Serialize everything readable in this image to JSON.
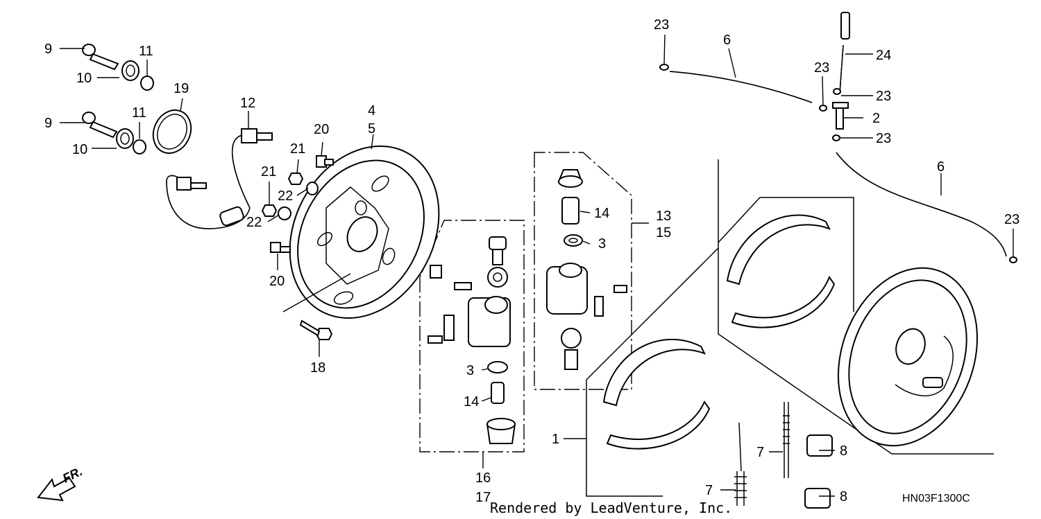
{
  "credit": "Rendered by LeadVenture, Inc.",
  "diagram_code": "HN03F1300C",
  "front_marker": "FR.",
  "callouts": {
    "c1": "1",
    "c2": "2",
    "c3a": "3",
    "c3b": "3",
    "c4": "4",
    "c5": "5",
    "c6a": "6",
    "c6b": "6",
    "c7a": "7",
    "c7b": "7",
    "c8a": "8",
    "c8b": "8",
    "c9a": "9",
    "c9b": "9",
    "c10a": "10",
    "c10b": "10",
    "c11a": "11",
    "c11b": "11",
    "c12": "12",
    "c13": "13",
    "c14a": "14",
    "c14b": "14",
    "c15": "15",
    "c16": "16",
    "c17": "17",
    "c18": "18",
    "c19": "19",
    "c20a": "20",
    "c20b": "20",
    "c21a": "21",
    "c21b": "21",
    "c22a": "22",
    "c22b": "22",
    "c23a": "23",
    "c23b": "23",
    "c23c": "23",
    "c23d": "23",
    "c23e": "23",
    "c24": "24"
  }
}
